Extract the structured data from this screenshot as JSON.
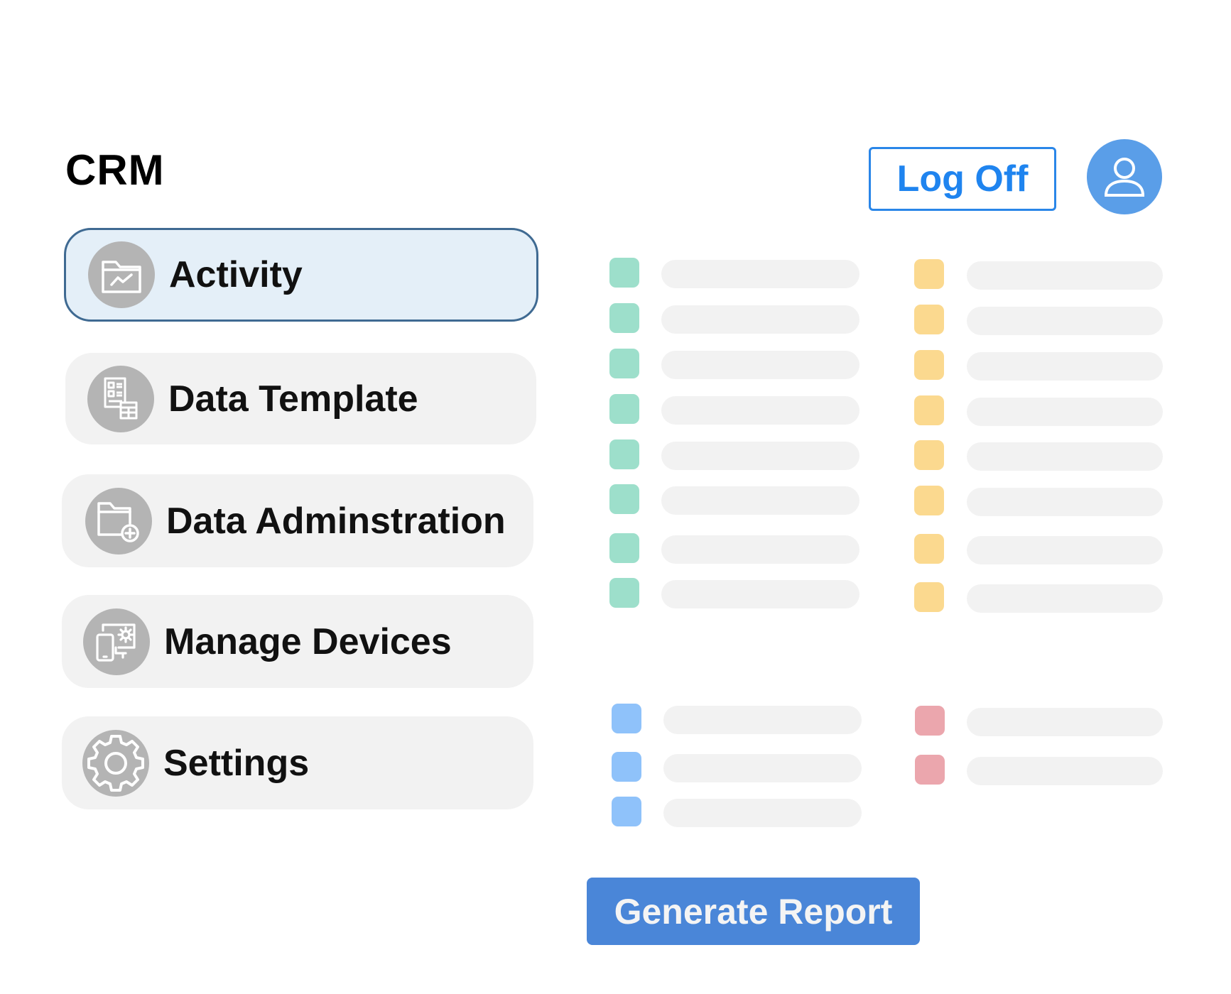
{
  "app": {
    "title": "CRM"
  },
  "header": {
    "logoff_label": "Log Off",
    "avatar_icon": "user-icon"
  },
  "sidebar": {
    "items": [
      {
        "label": "Activity",
        "icon": "folder-chart-icon",
        "active": true
      },
      {
        "label": "Data Template",
        "icon": "document-template-icon",
        "active": false
      },
      {
        "label": "Data Adminstration",
        "icon": "folder-add-icon",
        "active": false
      },
      {
        "label": "Manage Devices",
        "icon": "devices-icon",
        "active": false
      },
      {
        "label": "Settings",
        "icon": "gear-icon",
        "active": false
      }
    ]
  },
  "content": {
    "groups": [
      {
        "name": "top-left",
        "color": "#9ddfcb",
        "rows": 8
      },
      {
        "name": "top-right",
        "color": "#fbd98f",
        "rows": 8
      },
      {
        "name": "bottom-left",
        "color": "#8fc2fa",
        "rows": 3
      },
      {
        "name": "bottom-right",
        "color": "#eba6ad",
        "rows": 2
      }
    ],
    "placeholder_color": "#f2f2f2"
  },
  "actions": {
    "generate_report_label": "Generate Report"
  },
  "colors": {
    "accent": "#2a86e8",
    "avatar": "#5a9ee8",
    "active_border": "#3f6a92",
    "active_bg": "#e4eff8",
    "report_button": "#4a86d8",
    "icon_circle": "#b4b4b4"
  }
}
